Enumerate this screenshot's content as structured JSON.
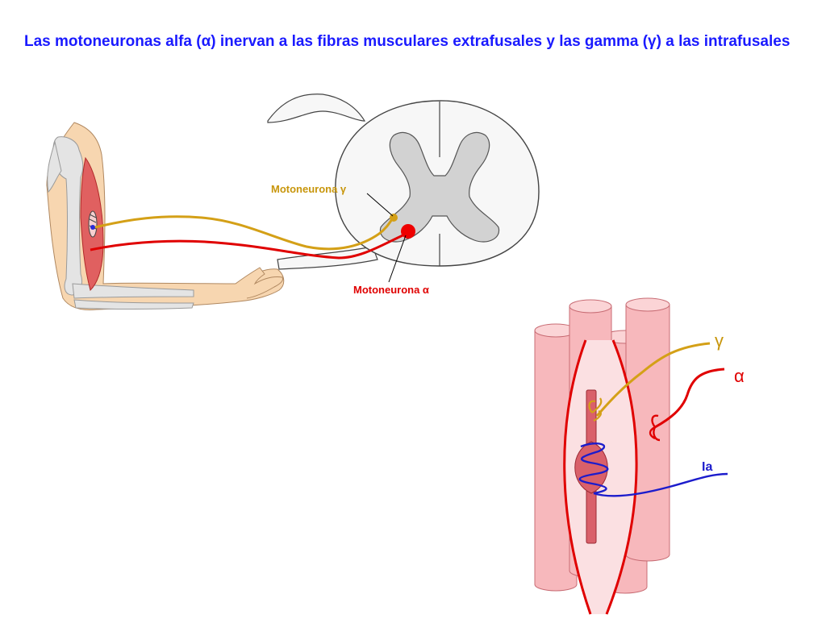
{
  "title": "Las motoneuronas alfa (α) inervan a las fibras musculares extrafusales y las gamma (γ) a las intrafusales",
  "labels": {
    "gamma_motoneuron": "Motoneurona γ",
    "alpha_motoneuron": "Motoneurona α",
    "gamma": "γ",
    "alpha": "α",
    "ia": "Ia"
  },
  "colors": {
    "title": "#1a1aff",
    "gamma": "#d4a017",
    "alpha": "#e00000",
    "ia": "#1c1ccc",
    "muscle": "#f4a0a6",
    "grey_matter": "#d2d2d2",
    "skin": "#f7d6b0"
  }
}
